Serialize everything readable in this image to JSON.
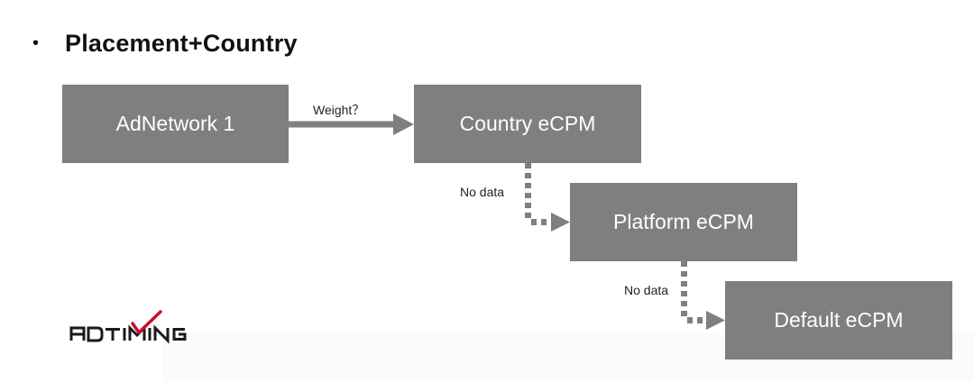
{
  "heading": {
    "bullet": "•",
    "title": "Placement+Country"
  },
  "boxes": {
    "adnetwork": "AdNetwork 1",
    "country": "Country eCPM",
    "platform": "Platform eCPM",
    "default": "Default eCPM"
  },
  "connectors": {
    "weight_label": "Weight？",
    "fallback_label_1": "No data",
    "fallback_label_2": "No data"
  },
  "logo": {
    "text": "ADTIMING",
    "brand_color": "#c8102e",
    "text_color": "#1a1a1a"
  },
  "colors": {
    "box_fill": "#7f7f7f",
    "arrow": "#7f7f7f",
    "box_text": "#ffffff"
  }
}
